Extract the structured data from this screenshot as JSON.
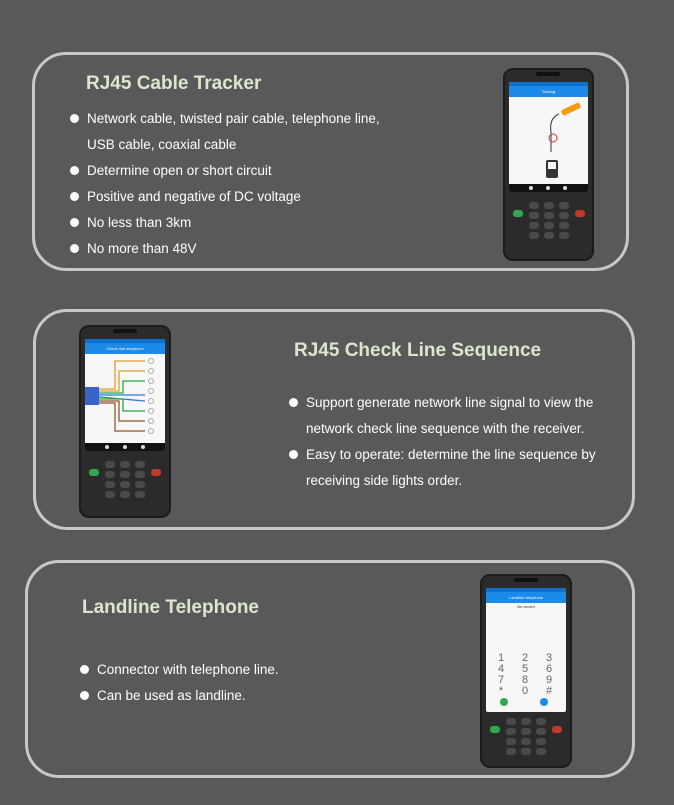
{
  "sections": [
    {
      "title": "RJ45 Cable Tracker",
      "bullets": [
        "Network cable, twisted pair cable, telephone line,",
        "Determine open or short circuit",
        "Positive and negative of DC voltage",
        "No less than 3km",
        "No more than 48V"
      ],
      "bullet_continuation": "USB cable, coaxial cable"
    },
    {
      "title": "RJ45 Check Line Sequence",
      "bullets": [
        "Support generate network line signal to view the",
        "Easy to operate: determine the line sequence by"
      ],
      "continuations": [
        "network check line sequence with the receiver.",
        "receiving side lights order."
      ]
    },
    {
      "title": "Landline Telephone",
      "bullets": [
        "Connector with telephone line.",
        "Can be used as landline."
      ]
    }
  ],
  "phones": {
    "tracker_screen_title": "Tracing",
    "sequence_screen_title": "Check line sequence",
    "landline_screen_title": "Landline telephone",
    "landline_status": "No record",
    "dial_keys": [
      "1",
      "2",
      "3",
      "4",
      "5",
      "6",
      "7",
      "8",
      "9",
      "*",
      "0",
      "#"
    ]
  },
  "colors": {
    "background": "#595959",
    "panel_border": "#c8c8c8",
    "title": "#dbe6cf",
    "app_bar": "#1c8ae8"
  }
}
